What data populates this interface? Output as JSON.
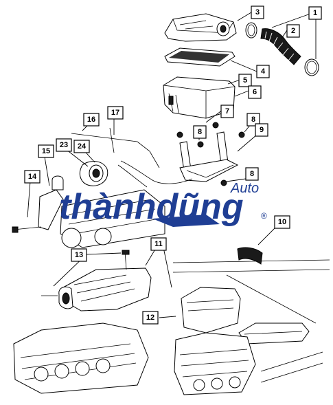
{
  "callouts": [
    {
      "label": "1"
    },
    {
      "label": "2"
    },
    {
      "label": "3"
    },
    {
      "label": "4"
    },
    {
      "label": "5"
    },
    {
      "label": "6"
    },
    {
      "label": "7"
    },
    {
      "label": "8"
    },
    {
      "label": "9"
    },
    {
      "label": "8"
    },
    {
      "label": "8"
    },
    {
      "label": "10"
    },
    {
      "label": "11"
    },
    {
      "label": "12"
    },
    {
      "label": "13"
    },
    {
      "label": "14"
    },
    {
      "label": "15"
    },
    {
      "label": "16"
    },
    {
      "label": "17"
    },
    {
      "label": "23"
    },
    {
      "label": "24"
    }
  ],
  "watermark": {
    "text": "thànhdũng",
    "subtext": "Auto",
    "registered": "®",
    "color": "#1f3e94"
  }
}
